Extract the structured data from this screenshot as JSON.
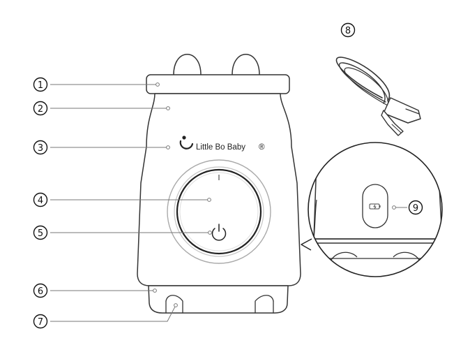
{
  "brand": {
    "name": "Little Bo Baby",
    "trademark": "®"
  },
  "callouts": [
    {
      "number": "1",
      "target": "lid"
    },
    {
      "number": "2",
      "target": "upper-body"
    },
    {
      "number": "3",
      "target": "logo-area"
    },
    {
      "number": "4",
      "target": "control-knob"
    },
    {
      "number": "5",
      "target": "power-button"
    },
    {
      "number": "6",
      "target": "base-ring"
    },
    {
      "number": "7",
      "target": "base-foot"
    },
    {
      "number": "8",
      "target": "usb-cable"
    },
    {
      "number": "9",
      "target": "charging-port"
    }
  ],
  "icons": {
    "power": "power-icon",
    "battery": "battery-charging-icon",
    "cable": "usb-cable-icon"
  },
  "colors": {
    "line": "#333333",
    "leader": "#777777",
    "ring": "#aaaaaa",
    "background": "#ffffff"
  }
}
